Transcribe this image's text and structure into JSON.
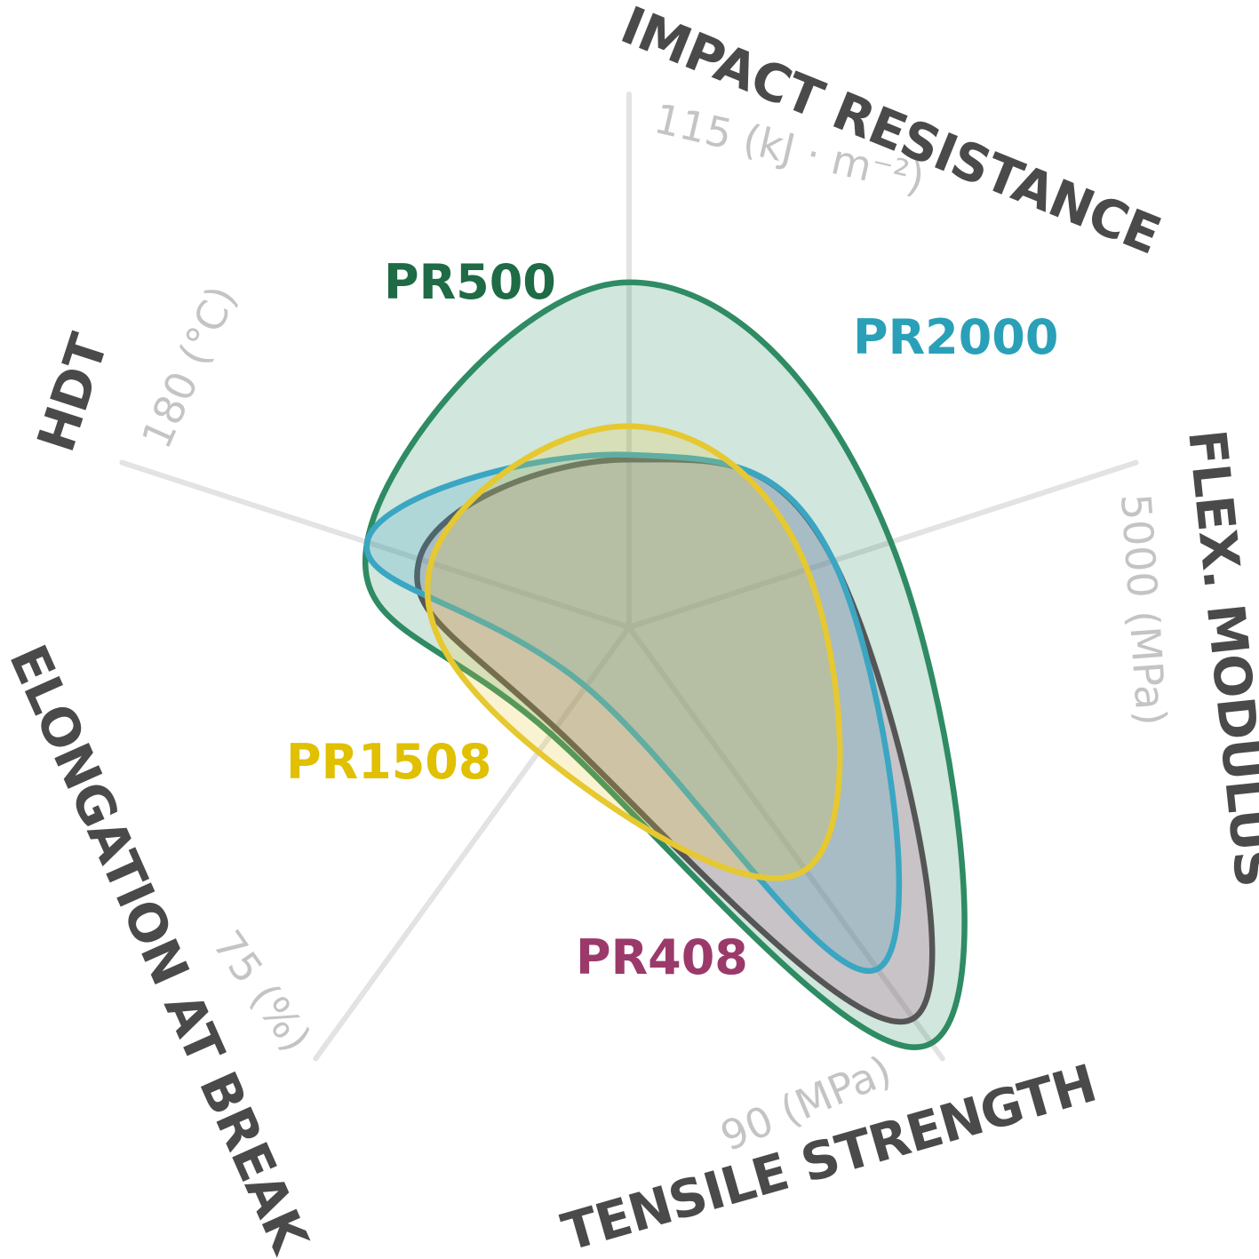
{
  "chart_data": {
    "type": "radar",
    "axes": [
      {
        "name": "IMPACT RESISTANCE",
        "max_label": "115 (kJ · m⁻²)",
        "max": 115
      },
      {
        "name": "FLEX. MODULUS",
        "max_label": "5000 (MPa)",
        "max": 5000
      },
      {
        "name": "TENSILE STRENGTH",
        "max_label": "90 (MPa)",
        "max": 90
      },
      {
        "name": "ELONGATION AT BREAK",
        "max_label": "75 (%)",
        "max": 75
      },
      {
        "name": "HDT",
        "max_label": "180 (°C)",
        "max": 180
      }
    ],
    "series": [
      {
        "name": "PR500",
        "color": "#2e8b63",
        "label_color": "#1e6b45",
        "values": [
          72,
          2500,
          84,
          18,
          90
        ]
      },
      {
        "name": "PR408",
        "color": "#555555",
        "label_color": "#9b3a6a",
        "fill": "#a34a78",
        "values": [
          35,
          1950,
          79,
          17,
          72
        ]
      },
      {
        "name": "PR2000",
        "color": "#3aa6c2",
        "label_color": "#2aa0b8",
        "values": [
          36,
          1950,
          69,
          10,
          90
        ]
      },
      {
        "name": "PR1508",
        "color": "#e6c830",
        "label_color": "#e0c000",
        "values": [
          42,
          1700,
          49,
          21,
          68
        ]
      }
    ]
  }
}
